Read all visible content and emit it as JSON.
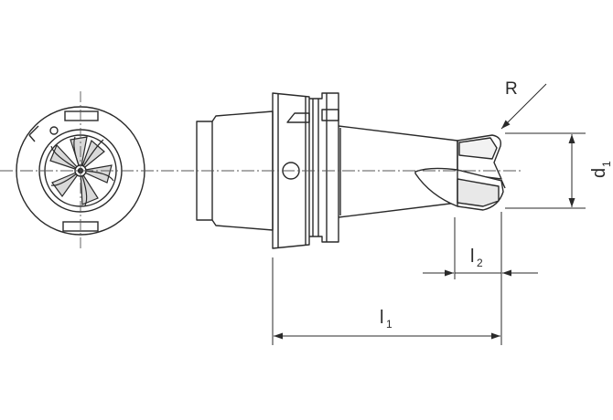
{
  "labels": {
    "radius": "R",
    "diameter_main": "d",
    "diameter_sub": "1",
    "length1_main": "l",
    "length1_sub": "1",
    "length2_main": "l",
    "length2_sub": "2"
  },
  "colors": {
    "line": "#2a2a2a",
    "centerline": "#555555",
    "background": "#ffffff"
  }
}
